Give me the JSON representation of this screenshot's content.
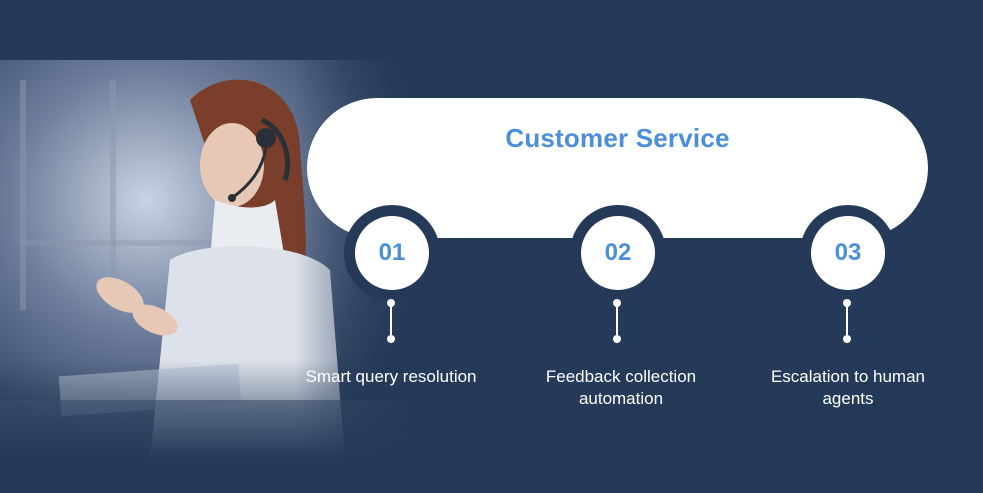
{
  "header": {
    "title": "Customer Service"
  },
  "steps": [
    {
      "number": "01",
      "label": "Smart query resolution"
    },
    {
      "number": "02",
      "label": "Feedback collection automation"
    },
    {
      "number": "03",
      "label": "Escalation to human agents"
    }
  ],
  "colors": {
    "background": "#253a58",
    "accent": "#4a8fd8",
    "pill": "#ffffff"
  },
  "image": {
    "subject": "woman-with-headset-icon"
  }
}
